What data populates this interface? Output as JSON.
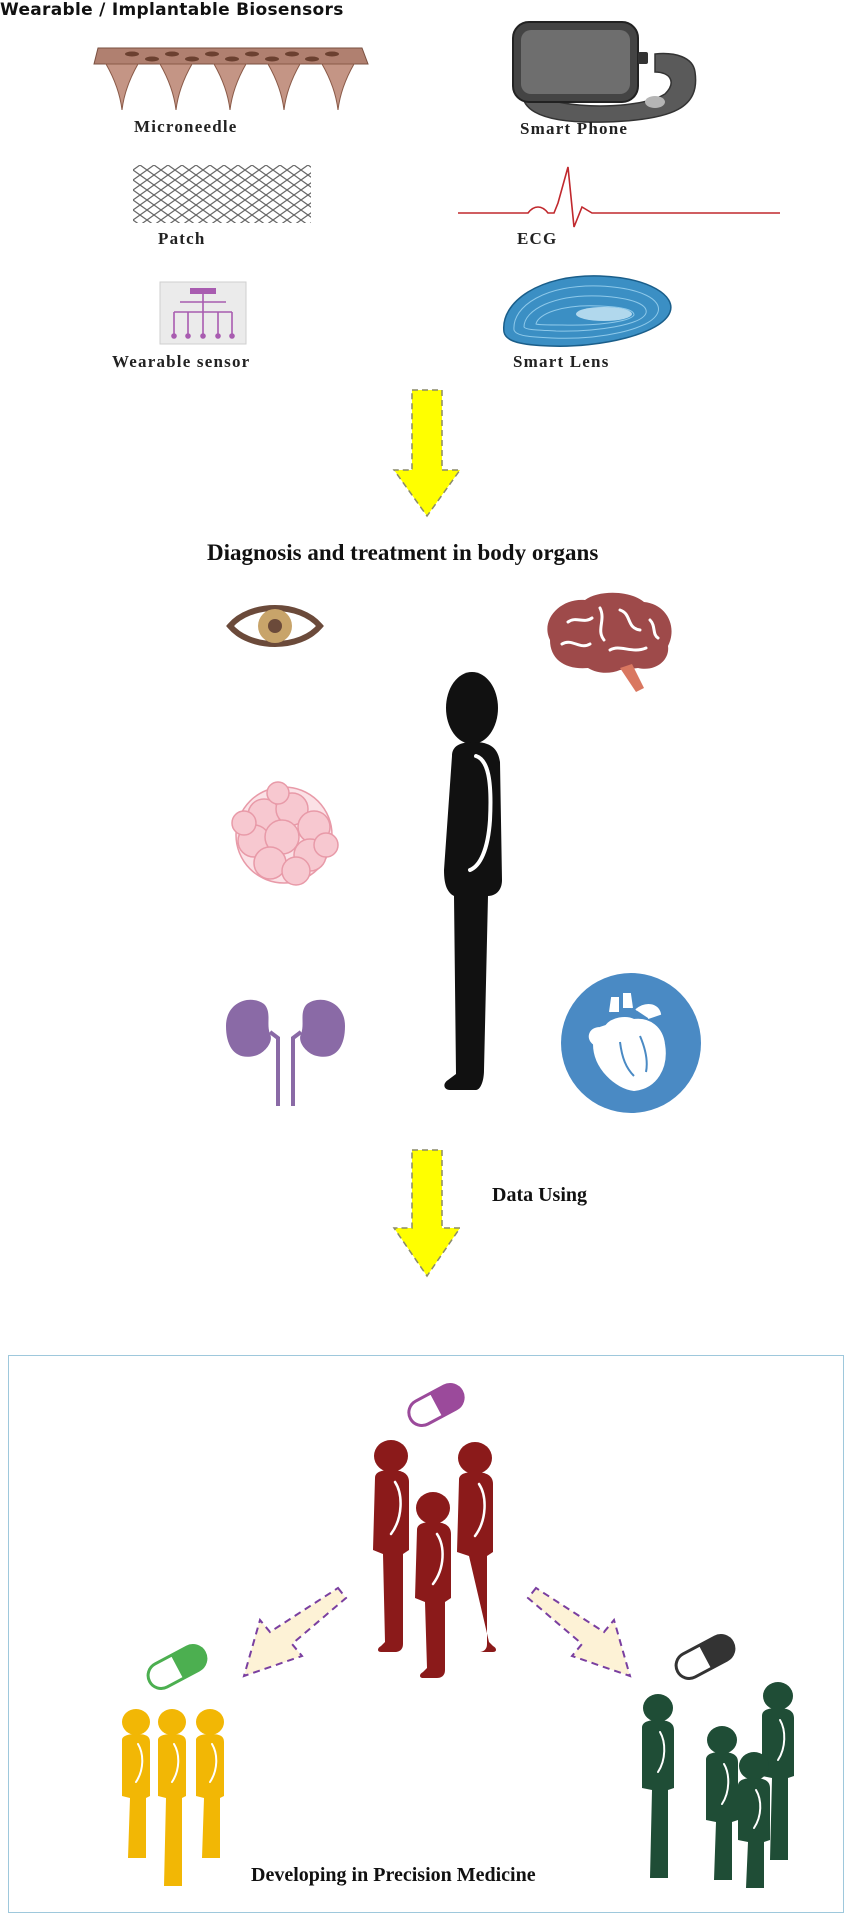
{
  "header": {
    "title": "Wearable / Implantable Biosensors"
  },
  "sensors": [
    {
      "id": "microneedle",
      "label": "Microneedle",
      "icon": "microneedle-icon"
    },
    {
      "id": "smartphone",
      "label": "Smart Phone",
      "icon": "smartwatch-icon"
    },
    {
      "id": "patch",
      "label": "Patch",
      "icon": "patch-mesh-icon"
    },
    {
      "id": "ecg",
      "label": "ECG",
      "icon": "ecg-wave-icon"
    },
    {
      "id": "wearable",
      "label": "Wearable sensor",
      "icon": "wearable-sensor-icon"
    },
    {
      "id": "lens",
      "label": "Smart Lens",
      "icon": "smart-lens-icon"
    }
  ],
  "organs": {
    "heading": "Diagnosis and treatment in body organs",
    "items": [
      "eye-icon",
      "brain-icon",
      "cell-cluster-icon",
      "kidney-icon",
      "heart-icon",
      "human-figure-icon"
    ]
  },
  "flow": {
    "data_label": "Data Using"
  },
  "precision": {
    "label": "Developing in Precision Medicine",
    "colors": {
      "center": "#8b1a1a",
      "left": "#f2b705",
      "right": "#1f4d36",
      "pill_center": "#9b4a9b",
      "pill_left": "#4caf50",
      "pill_right": "#333333"
    }
  },
  "colors": {
    "arrow_yellow": "#ffff00",
    "arrow_border": "#8a8a6a",
    "cream_arrow": "#fdf2d6",
    "cream_border": "#7a3fa0"
  }
}
